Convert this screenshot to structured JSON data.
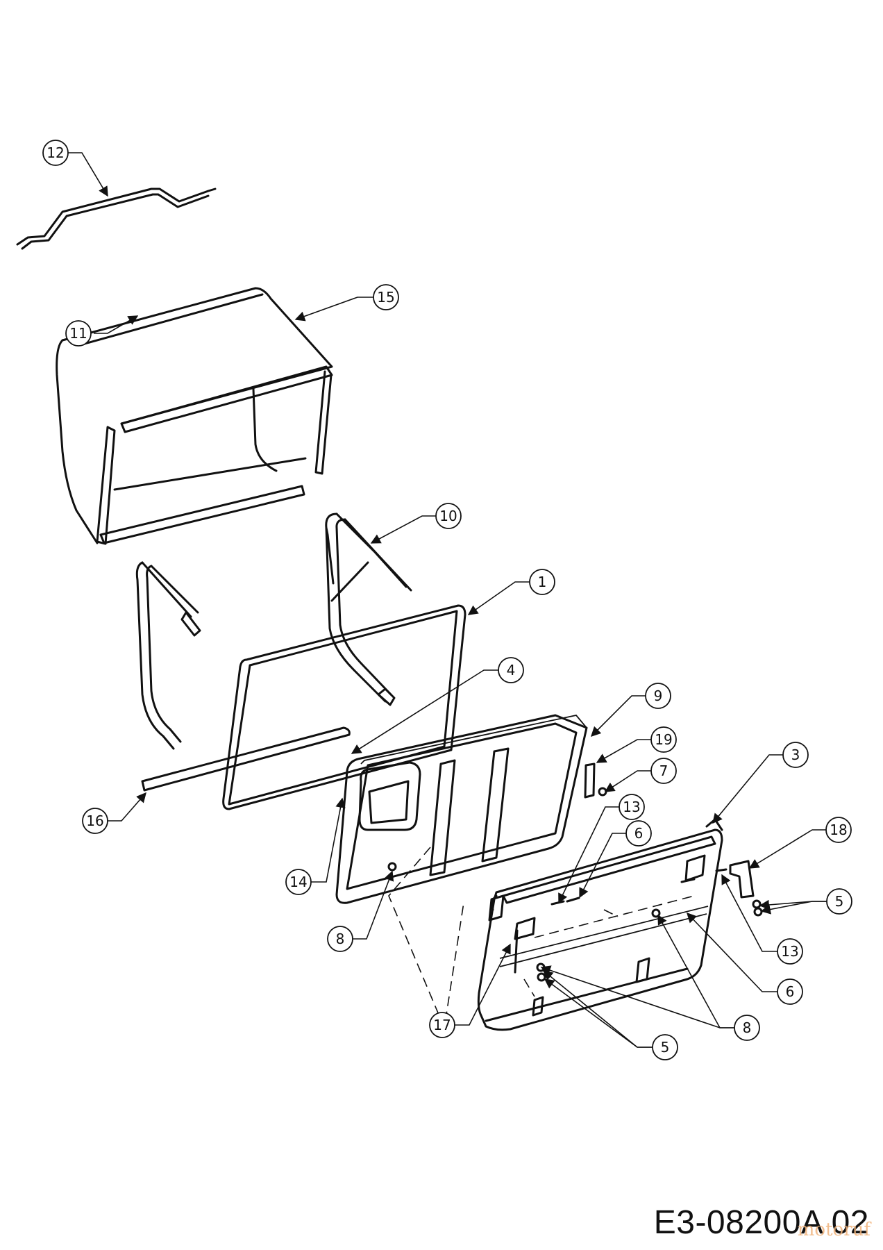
{
  "drawing_id": "E3-08200A 02",
  "watermark": "motoruf",
  "callouts": [
    {
      "id": "callout-12",
      "label": "12"
    },
    {
      "id": "callout-15",
      "label": "15"
    },
    {
      "id": "callout-10",
      "label": "10"
    },
    {
      "id": "callout-1",
      "label": "1"
    },
    {
      "id": "callout-11",
      "label": "11"
    },
    {
      "id": "callout-4",
      "label": "4"
    },
    {
      "id": "callout-9",
      "label": "9"
    },
    {
      "id": "callout-19",
      "label": "19"
    },
    {
      "id": "callout-7",
      "label": "7"
    },
    {
      "id": "callout-3",
      "label": "3"
    },
    {
      "id": "callout-16",
      "label": "16"
    },
    {
      "id": "callout-13a",
      "label": "13"
    },
    {
      "id": "callout-6a",
      "label": "6"
    },
    {
      "id": "callout-18",
      "label": "18"
    },
    {
      "id": "callout-14",
      "label": "14"
    },
    {
      "id": "callout-5a",
      "label": "5"
    },
    {
      "id": "callout-8a",
      "label": "8"
    },
    {
      "id": "callout-13b",
      "label": "13"
    },
    {
      "id": "callout-6b",
      "label": "6"
    },
    {
      "id": "callout-17",
      "label": "17"
    },
    {
      "id": "callout-8b",
      "label": "8"
    },
    {
      "id": "callout-5b",
      "label": "5"
    }
  ]
}
